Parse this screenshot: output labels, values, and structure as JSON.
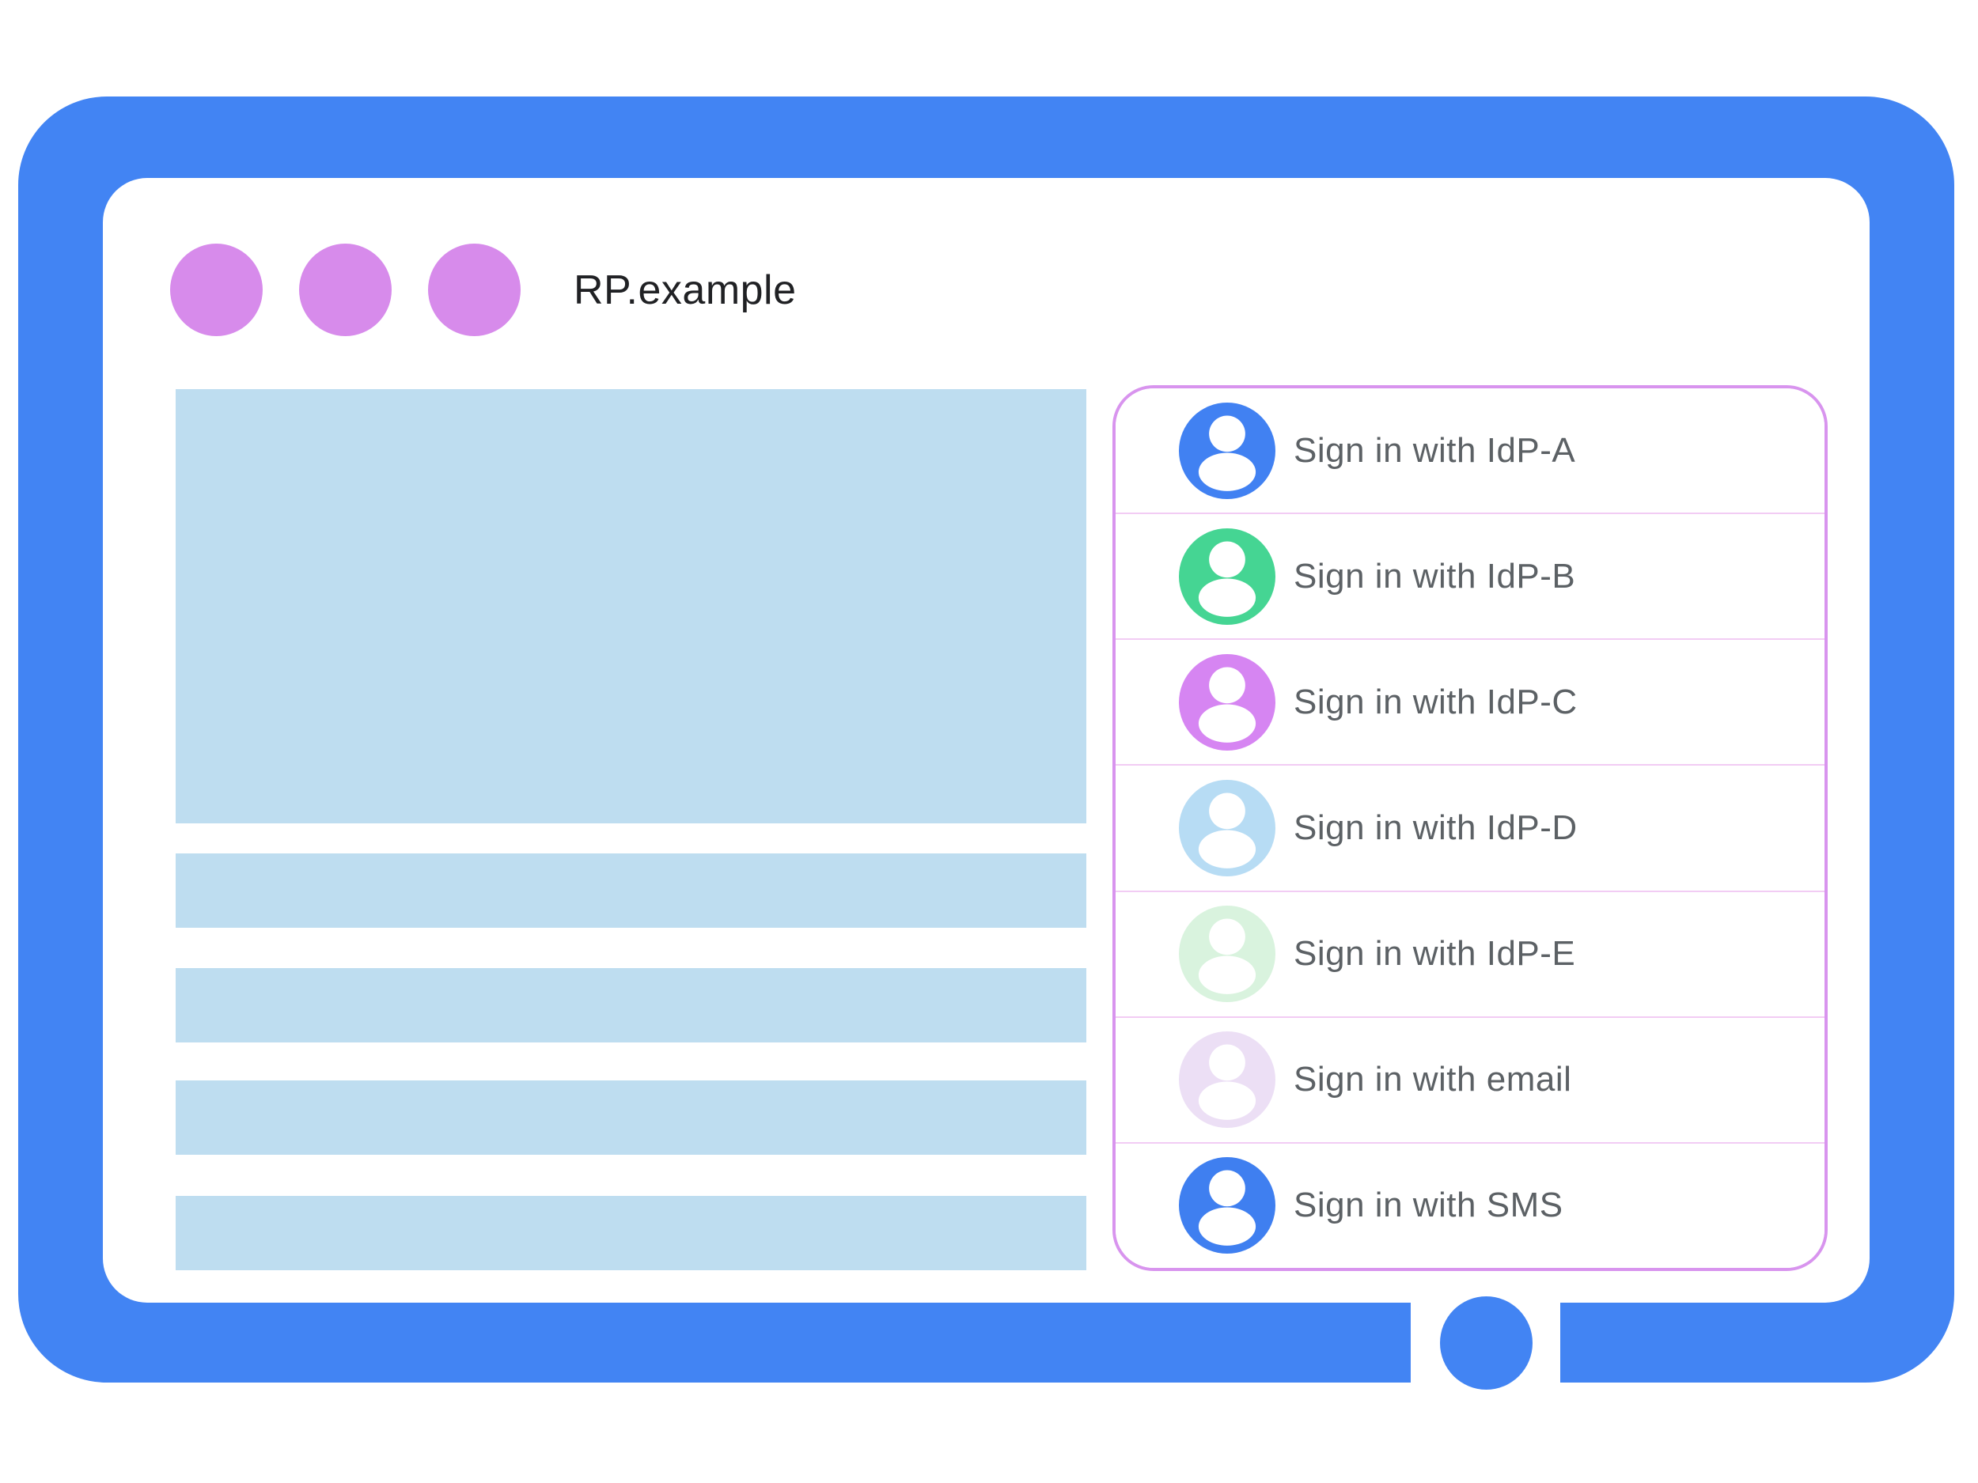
{
  "window": {
    "title": "RP.example",
    "traffic_dot_count": 3
  },
  "signin_panel": {
    "items": [
      {
        "label": "Sign in with IdP-A",
        "avatar_icon": "person-icon",
        "avatar_color": "#4181F2"
      },
      {
        "label": "Sign in with IdP-B",
        "avatar_icon": "person-icon",
        "avatar_color": "#45D593"
      },
      {
        "label": "Sign in with IdP-C",
        "avatar_icon": "person-icon",
        "avatar_color": "#D685F2"
      },
      {
        "label": "Sign in with IdP-D",
        "avatar_icon": "person-icon",
        "avatar_color": "#B7DCF4"
      },
      {
        "label": "Sign in with IdP-E",
        "avatar_icon": "person-icon",
        "avatar_color": "#D9F3DE"
      },
      {
        "label": "Sign in with email",
        "avatar_icon": "person-icon",
        "avatar_color": "#ECDFF5"
      },
      {
        "label": "Sign in with SMS",
        "avatar_icon": "person-icon",
        "avatar_color": "#3F7FF0"
      }
    ]
  },
  "colors": {
    "frame-blue": "#4284F3",
    "dot-purple": "#D78BEB",
    "content-blue": "#BEDDF0",
    "panel-border": "#D894EE",
    "divider-pink": "#F2CCF4",
    "label-gray": "#5C6165",
    "title-black": "#202124",
    "glyph-white": "#FFFFFF"
  }
}
